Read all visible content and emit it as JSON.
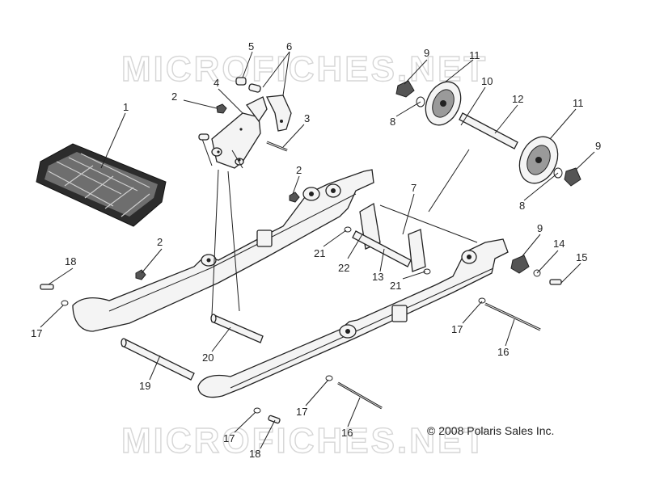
{
  "watermark": {
    "text": "MICROFICHES.NET"
  },
  "copyright": "© 2008 Polaris Sales Inc.",
  "callouts": [
    "1",
    "2",
    "2",
    "2",
    "3",
    "4",
    "5",
    "6",
    "7",
    "8",
    "8",
    "9",
    "9",
    "9",
    "10",
    "11",
    "11",
    "12",
    "13",
    "14",
    "15",
    "16",
    "16",
    "17",
    "17",
    "17",
    "17",
    "18",
    "18",
    "19",
    "20",
    "21",
    "21",
    "22"
  ]
}
